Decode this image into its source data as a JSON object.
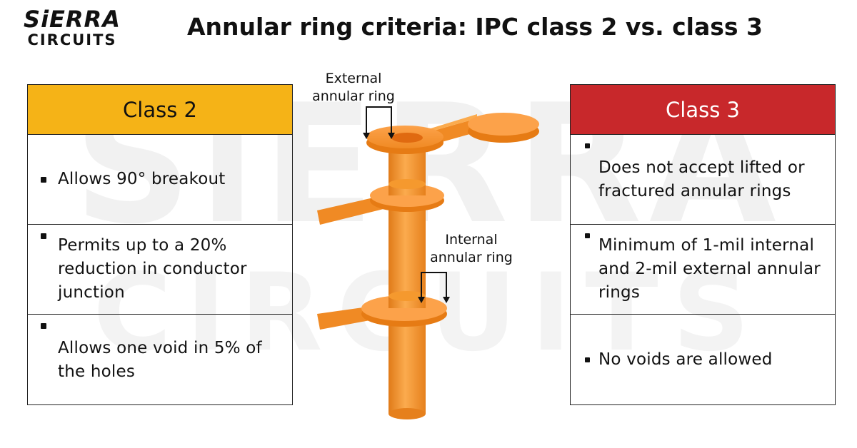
{
  "header": {
    "brand_line1": "SiERRA",
    "brand_line2": "CIRCUITS",
    "title": "Annular ring criteria: IPC class 2 vs. class 3"
  },
  "watermark": {
    "line1": "SiERRA",
    "line2": "CIRCUITS"
  },
  "class2": {
    "heading": "Class 2",
    "color": "#f5b317",
    "items": [
      "Allows 90° breakout",
      "Permits up to a 20% reduction in conductor junction",
      "Allows one void in 5% of the holes"
    ]
  },
  "class3": {
    "heading": "Class 3",
    "color": "#c8282b",
    "items": [
      "Does not accept lifted or fractured annular rings",
      "Minimum of 1-mil internal and 2-mil external annular rings",
      "No voids are allowed"
    ]
  },
  "diagram": {
    "external_label": "External annular ring",
    "internal_label": "Internal annular ring",
    "copper_color": "#f08a24"
  }
}
